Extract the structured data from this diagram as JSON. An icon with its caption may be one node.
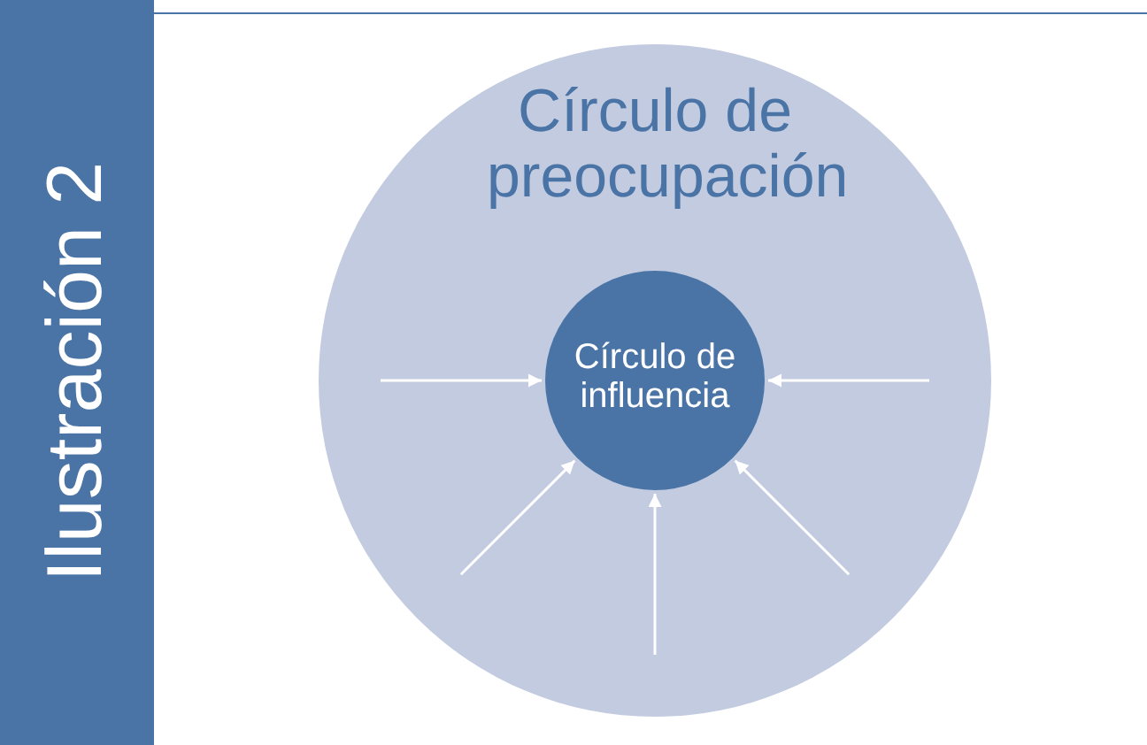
{
  "diagram": {
    "title": "Ilustración 2",
    "nodes": [
      {
        "text": [
          "Círculo de preocupación"
        ]
      },
      {
        "text": [
          "Círculo de influencia"
        ],
        "in": 0
      }
    ],
    "edges": [
      {
        "from": null,
        "to": 1,
        "arrow": "to"
      },
      {
        "from": null,
        "to": 1,
        "arrow": "to"
      },
      {
        "from": null,
        "to": 1,
        "arrow": "to"
      },
      {
        "from": null,
        "to": 1,
        "arrow": "to"
      },
      {
        "from": null,
        "to": 1,
        "arrow": "to"
      }
    ]
  }
}
